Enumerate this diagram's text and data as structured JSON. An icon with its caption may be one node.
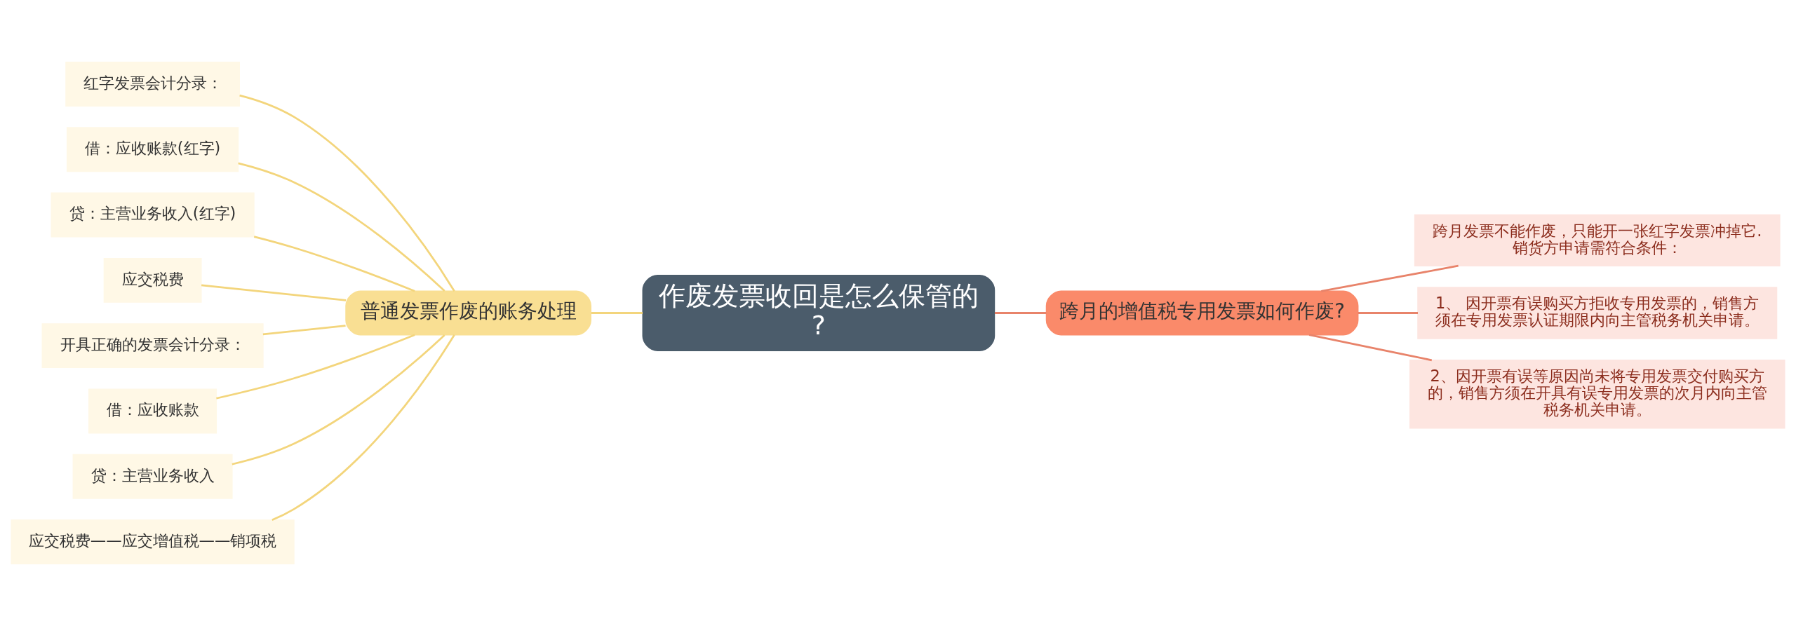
{
  "diagram": {
    "nodes": [
      {
        "text": [
          "作废发票收回是怎么保管的?"
        ]
      },
      {
        "text": [
          "普通发票作废的账务处理"
        ]
      },
      {
        "text": [
          "红字发票会计分录："
        ]
      },
      {
        "text": [
          "借：应收账款(红字)"
        ]
      },
      {
        "text": [
          "贷：主营业务收入(红字)"
        ]
      },
      {
        "text": [
          "应交税费"
        ]
      },
      {
        "text": [
          "开具正确的发票会计分录："
        ]
      },
      {
        "text": [
          "借：应收账款"
        ]
      },
      {
        "text": [
          "贷：主营业务收入"
        ]
      },
      {
        "text": [
          "应交税费——应交增值税——销项税"
        ]
      },
      {
        "text": [
          "跨月的增值税专用发票如何作废?"
        ]
      },
      {
        "text": [
          "跨月发票不能作废，只能开一张红字发票冲掉它.销货方申请需符合条件："
        ]
      },
      {
        "text": [
          "1、 因开票有误购买方拒收专用发票的，销售方须在专用发票认证期限内向主管税务机关申请。"
        ]
      },
      {
        "text": [
          "2、因开票有误等原因尚未将专用发票交付购买方的，销售方须在开具有误专用发票的次月内向主管税务机关申请。"
        ]
      }
    ],
    "edges": [
      {
        "from": 0,
        "to": 1,
        "arrow": "none"
      },
      {
        "from": 1,
        "to": 2,
        "arrow": "none"
      },
      {
        "from": 1,
        "to": 3,
        "arrow": "none"
      },
      {
        "from": 1,
        "to": 4,
        "arrow": "none"
      },
      {
        "from": 1,
        "to": 5,
        "arrow": "none"
      },
      {
        "from": 1,
        "to": 6,
        "arrow": "none"
      },
      {
        "from": 1,
        "to": 7,
        "arrow": "none"
      },
      {
        "from": 1,
        "to": 8,
        "arrow": "none"
      },
      {
        "from": 1,
        "to": 9,
        "arrow": "none"
      },
      {
        "from": 0,
        "to": 10,
        "arrow": "none",
        "color": "#e8836a"
      },
      {
        "from": 10,
        "to": 11,
        "arrow": "none",
        "color": "#e8836a"
      },
      {
        "from": 10,
        "to": 12,
        "arrow": "none",
        "color": "#e8836a"
      },
      {
        "from": 10,
        "to": 13,
        "arrow": "none",
        "color": "#e8836a"
      }
    ]
  }
}
